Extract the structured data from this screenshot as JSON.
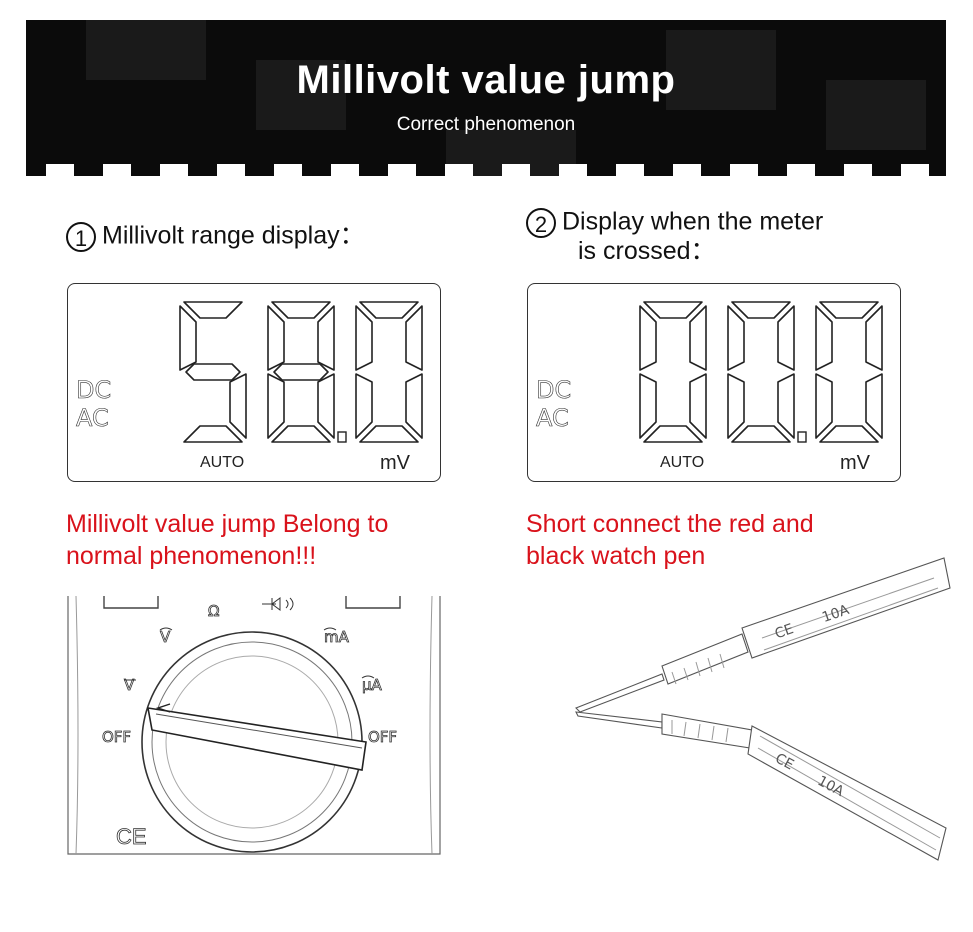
{
  "banner": {
    "title": "Millivolt value jump",
    "subtitle": "Correct phenomenon"
  },
  "left": {
    "number": "1",
    "heading": "Millivolt range display：",
    "lcd": {
      "dc": "DC",
      "ac": "AC",
      "reading": "58.0",
      "auto": "AUTO",
      "unit": "mV"
    },
    "note_line1": "Millivolt value jump Belong to",
    "note_line2": "normal phenomenon!!!"
  },
  "right": {
    "number": "2",
    "heading_line1": "Display when the meter",
    "heading_line2": "is crossed：",
    "lcd": {
      "dc": "DC",
      "ac": "AC",
      "reading": "00.0",
      "auto": "AUTO",
      "unit": "mV"
    },
    "note_line1": "Short connect the red and",
    "note_line2": "black watch pen"
  },
  "dial": {
    "off_left": "OFF",
    "off_right": "OFF",
    "ohm": "Ω",
    "v_ac": "V",
    "v_dc": "V",
    "ma": "mA",
    "ua": "µA",
    "ce": "CE"
  },
  "probes": {
    "rating_top": "10A",
    "rating_bottom": "10A",
    "ce_top": "CE",
    "ce_bottom": "CE"
  },
  "colors": {
    "banner_bg": "#0b0b0b",
    "note_red": "#d9121b"
  }
}
